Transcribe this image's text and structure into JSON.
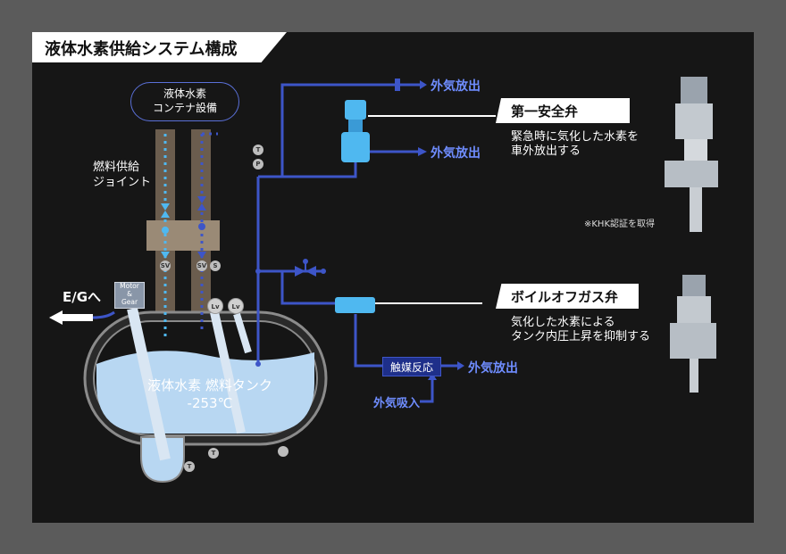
{
  "title": "液体水素供給システム構成",
  "container": {
    "line1": "液体水素",
    "line2": "コンテナ設備"
  },
  "joint": {
    "line1": "燃料供給",
    "line2": "ジョイント"
  },
  "vent_labels": {
    "top": "外気放出",
    "valve": "外気放出",
    "catalyst": "外気放出"
  },
  "safety_valve": {
    "title": "第一安全弁",
    "desc1": "緊急時に気化した水素を",
    "desc2": "車外放出する",
    "note": "※KHK認証を取得"
  },
  "boil_off_valve": {
    "title": "ボイルオフガス弁",
    "desc1": "気化した水素による",
    "desc2": "タンク内圧上昇を抑制する"
  },
  "tank": {
    "line1": "液体水素 燃料タンク",
    "line2": "-253℃"
  },
  "catalyst": {
    "label": "触媒反応",
    "intake": "外気吸入"
  },
  "engine_label": "E/Gへ",
  "motor": {
    "line1": "Motor",
    "line2": "&",
    "line3": "Gear"
  },
  "gauges": {
    "t": "T",
    "p": "P",
    "sv": "SV",
    "s": "S",
    "lv": "Lv"
  },
  "colors": {
    "pipe": "#3d55c8",
    "accent": "#4fb8f0",
    "liquid": "#b8d7f2",
    "panel": "#161616"
  }
}
